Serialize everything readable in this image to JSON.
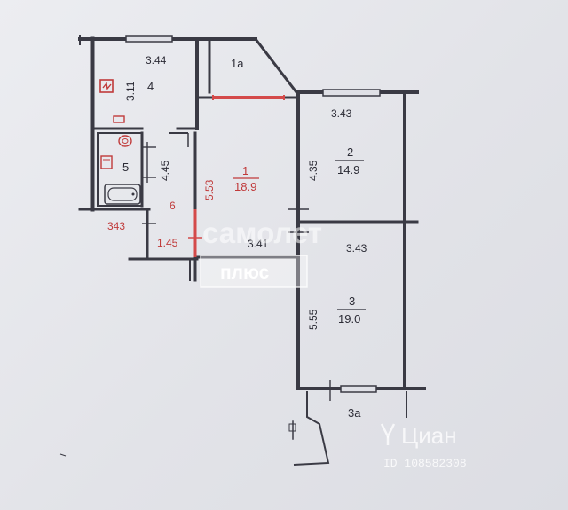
{
  "rooms": {
    "r1": {
      "number": "1",
      "area": "18.9",
      "width": "3.41",
      "length": "5.53"
    },
    "r1a": {
      "number": "1а"
    },
    "r2": {
      "number": "2",
      "area": "14.9",
      "width": "3.43",
      "length": "4.35"
    },
    "r3": {
      "number": "3",
      "area": "19.0",
      "width": "3.43",
      "length": "5.55"
    },
    "r3a": {
      "number": "3а"
    },
    "r4": {
      "number": "4",
      "width": "3.44",
      "length": "3.11"
    },
    "r5": {
      "number": "5"
    },
    "r6": {
      "number": "6",
      "width": "1.45",
      "length": "4.45"
    }
  },
  "extra_dim": "343",
  "watermark": {
    "samolet": "самолет",
    "plus": "плюс",
    "cian": "Циан",
    "id": "ID 108582308"
  }
}
